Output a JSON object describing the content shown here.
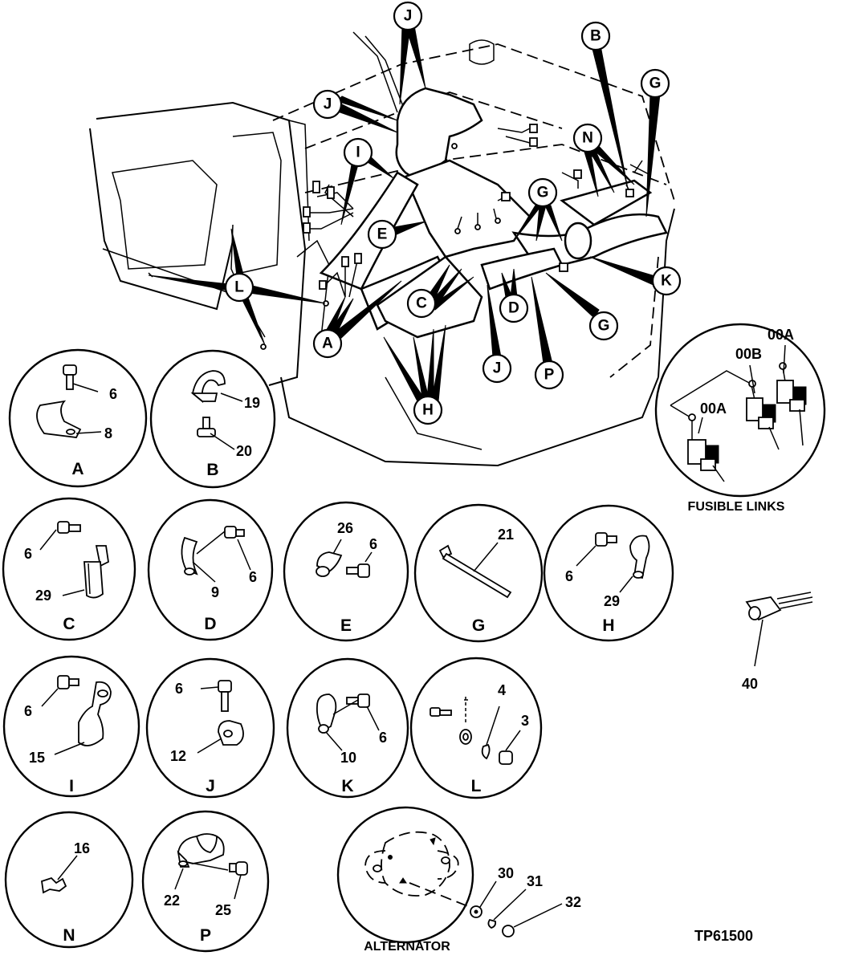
{
  "figure_id": "TP61500",
  "callouts": [
    "J",
    "J",
    "B",
    "G",
    "I",
    "N",
    "E",
    "G",
    "L",
    "C",
    "D",
    "K",
    "A",
    "G",
    "J",
    "P",
    "H"
  ],
  "details": [
    {
      "letter": "A",
      "parts": [
        "6",
        "8"
      ]
    },
    {
      "letter": "B",
      "parts": [
        "19",
        "20"
      ]
    },
    {
      "letter": "C",
      "parts": [
        "6",
        "29"
      ]
    },
    {
      "letter": "D",
      "parts": [
        "9",
        "6"
      ]
    },
    {
      "letter": "E",
      "parts": [
        "26",
        "6"
      ]
    },
    {
      "letter": "G",
      "parts": [
        "21"
      ]
    },
    {
      "letter": "H",
      "parts": [
        "6",
        "29"
      ]
    },
    {
      "letter": "I",
      "parts": [
        "6",
        "15"
      ]
    },
    {
      "letter": "J",
      "parts": [
        "6",
        "12"
      ]
    },
    {
      "letter": "K",
      "parts": [
        "10",
        "6"
      ]
    },
    {
      "letter": "L",
      "parts": [
        "4",
        "3"
      ]
    },
    {
      "letter": "N",
      "parts": [
        "16"
      ]
    },
    {
      "letter": "P",
      "parts": [
        "22",
        "25"
      ]
    }
  ],
  "fusible_links": {
    "caption": "FUSIBLE LINKS",
    "labels": [
      "00A",
      "00B",
      "00A"
    ]
  },
  "alternator": {
    "caption": "ALTERNATOR",
    "parts": [
      "30",
      "31",
      "32"
    ]
  },
  "loose_part": {
    "number": "40"
  }
}
